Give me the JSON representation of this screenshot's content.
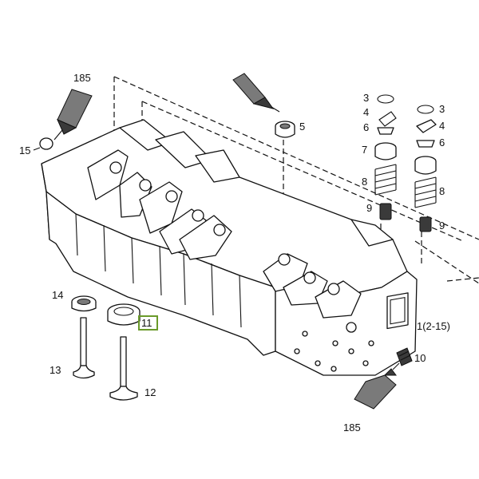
{
  "callouts": {
    "adhesive_top": "185",
    "adhesive_bottom": "185",
    "plug": "15",
    "seal_ring": "5",
    "keeper_a": "3",
    "keeper_b": "3",
    "retainer_a": "4",
    "retainer_b": "4",
    "collet_a": "6",
    "collet_b": "6",
    "rotator": "7",
    "spring_a": "8",
    "spring_b": "8",
    "stem_seal_a": "9",
    "stem_seal_b": "9",
    "insert_exhaust": "14",
    "insert_intake": "11",
    "valve_exhaust": "13",
    "valve_intake": "12",
    "stud": "10",
    "head_assembly": "1(2-15)"
  },
  "highlight_color": "#6a9a2a"
}
